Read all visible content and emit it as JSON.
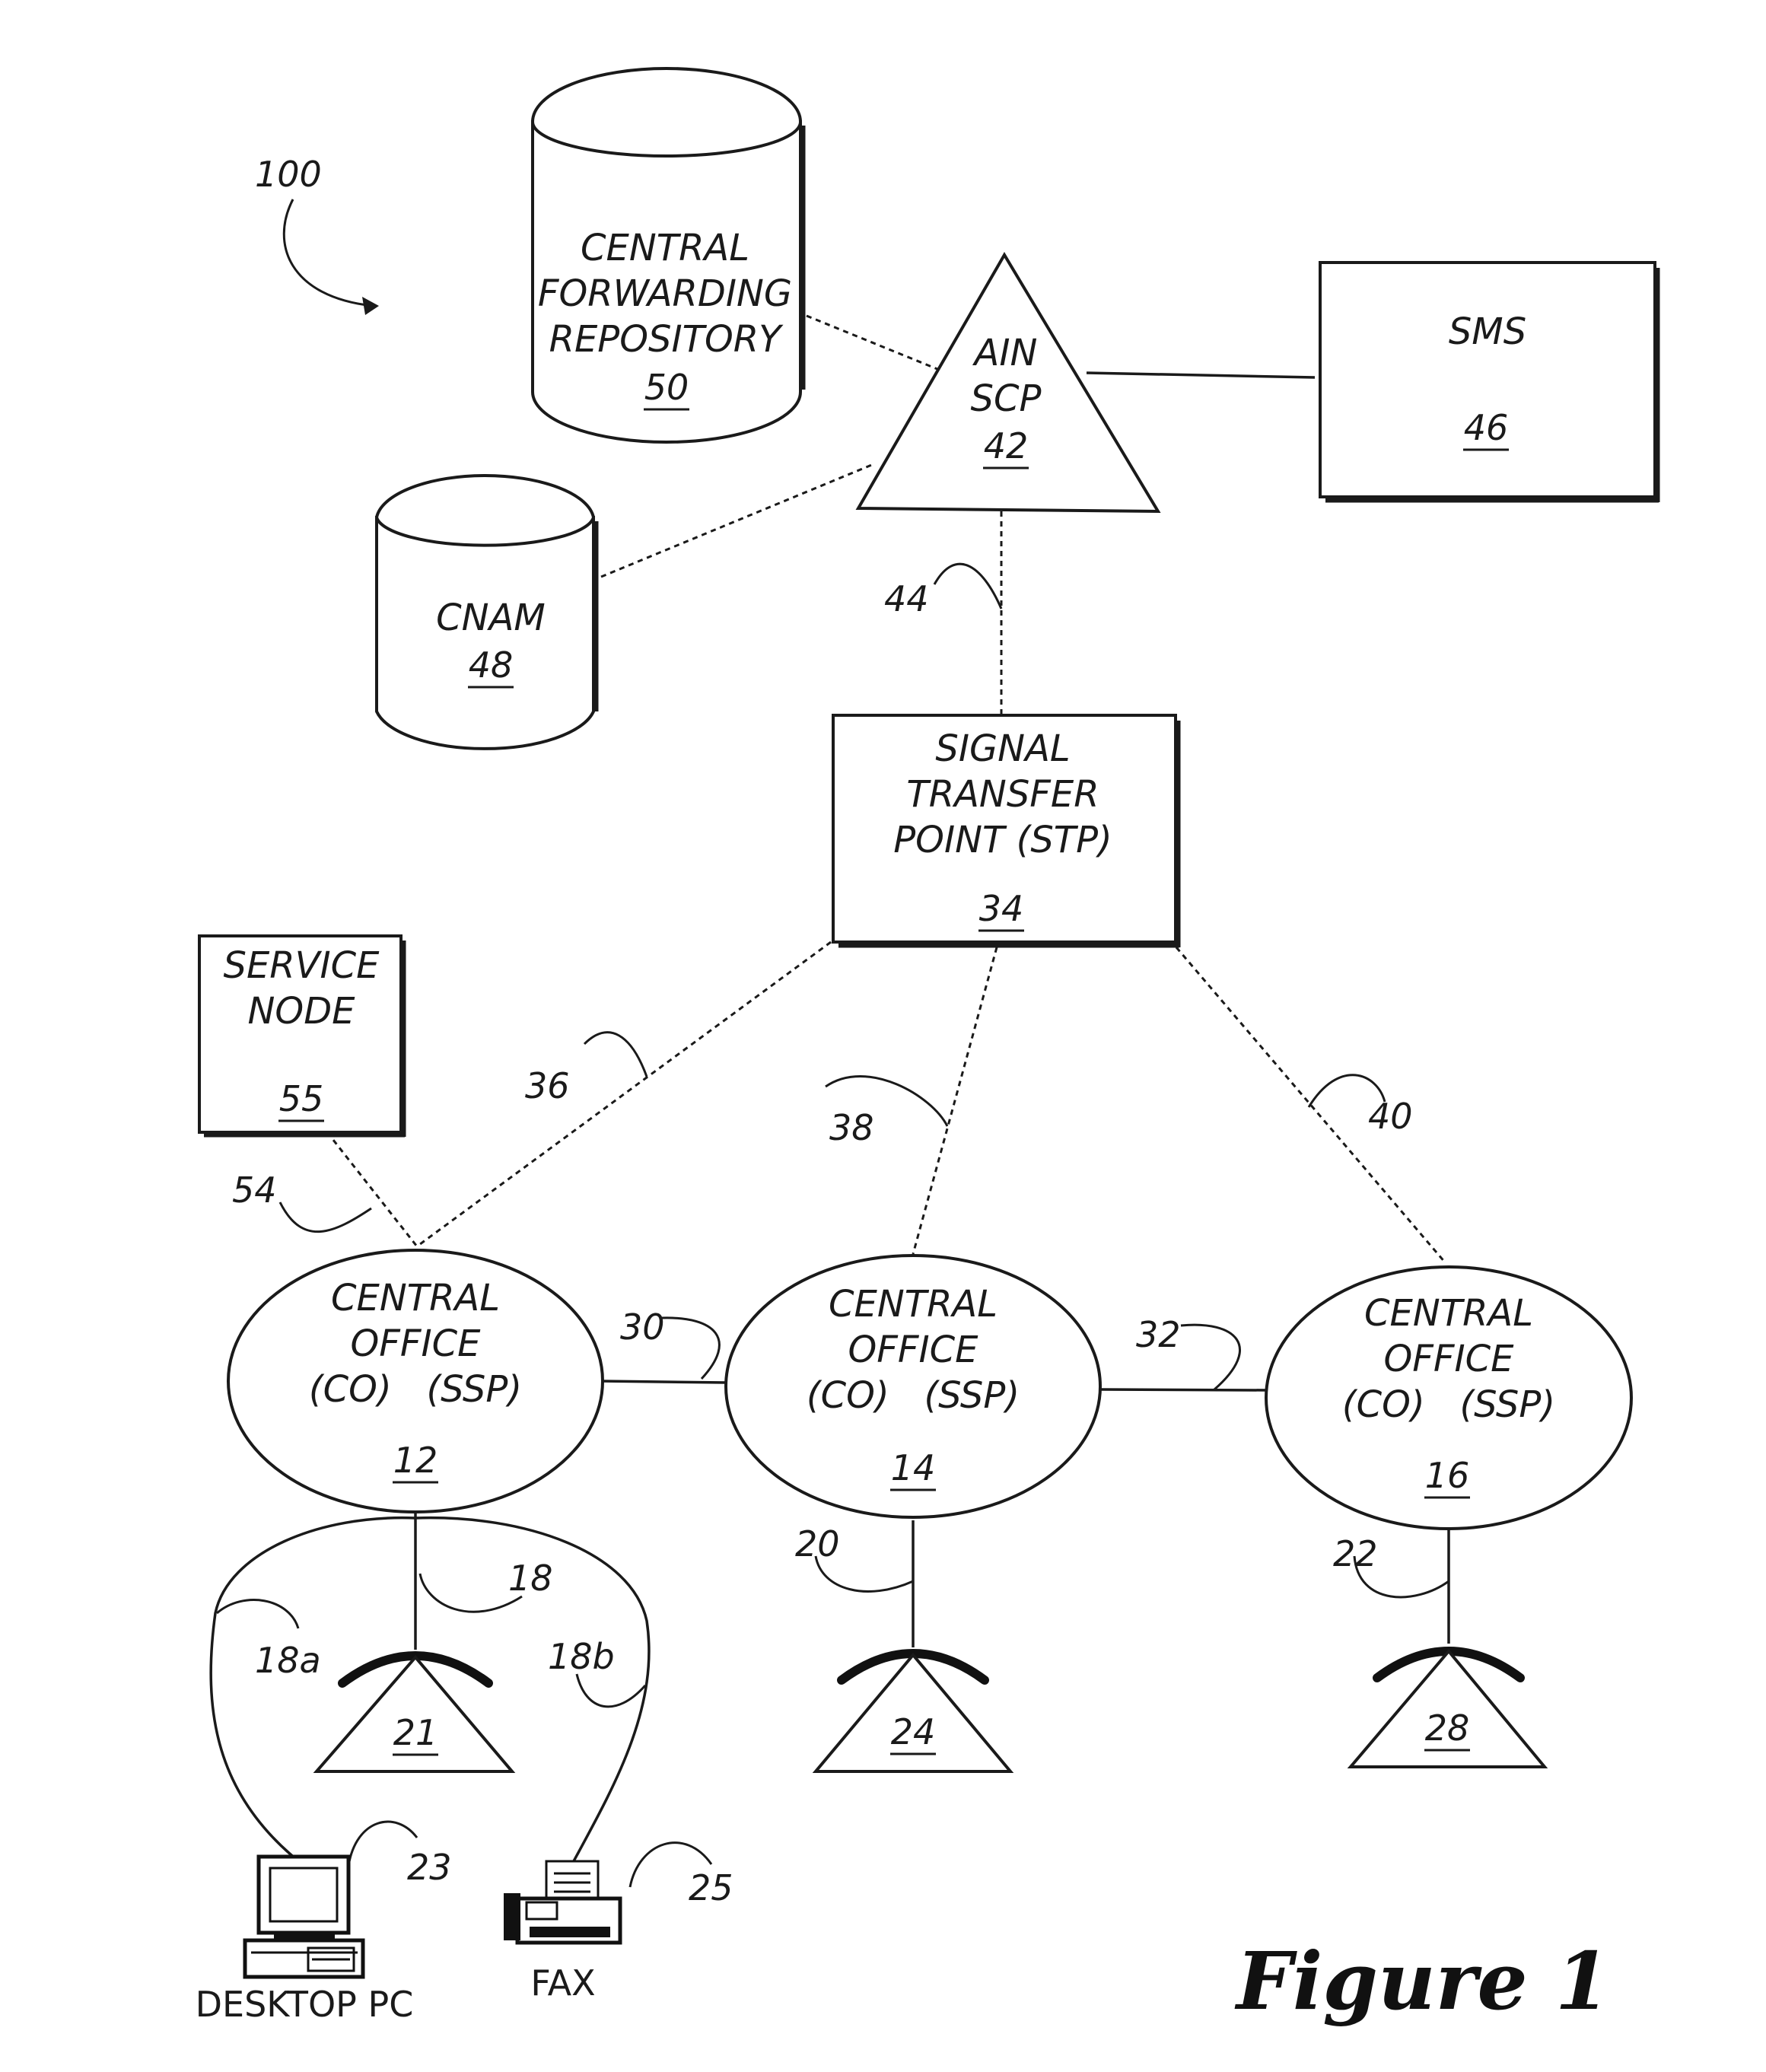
{
  "system_ref": "100",
  "nodes": {
    "cfr": {
      "lines": [
        "CENTRAL",
        "FORWARDING",
        "REPOSITORY"
      ],
      "num": "50"
    },
    "cnam": {
      "lines": [
        "CNAM"
      ],
      "num": "48"
    },
    "scp": {
      "lines": [
        "AIN",
        "SCP"
      ],
      "num": "42"
    },
    "sms": {
      "lines": [
        "SMS"
      ],
      "num": "46"
    },
    "stp": {
      "lines": [
        "SIGNAL",
        "TRANSFER",
        "POINT (STP)"
      ],
      "num": "34"
    },
    "service_node": {
      "lines": [
        "SERVICE",
        "NODE"
      ],
      "num": "55"
    },
    "co12": {
      "lines": [
        "CENTRAL",
        "OFFICE",
        "(CO)   (SSP)"
      ],
      "num": "12"
    },
    "co14": {
      "lines": [
        "CENTRAL",
        "OFFICE",
        "(CO)   (SSP)"
      ],
      "num": "14"
    },
    "co16": {
      "lines": [
        "CENTRAL",
        "OFFICE",
        "(CO)   (SSP)"
      ],
      "num": "16"
    },
    "phone21": {
      "num": "21"
    },
    "phone24": {
      "num": "24"
    },
    "phone28": {
      "num": "28"
    }
  },
  "link_refs": {
    "l44": "44",
    "l36": "36",
    "l38": "38",
    "l40": "40",
    "l54": "54",
    "l30": "30",
    "l32": "32",
    "l18": "18",
    "l18a": "18a",
    "l18b": "18b",
    "l20": "20",
    "l22": "22",
    "l23": "23",
    "l25": "25"
  },
  "devices": {
    "pc": "DESKTOP PC",
    "fax": "FAX"
  },
  "figure_label": "Figure 1"
}
